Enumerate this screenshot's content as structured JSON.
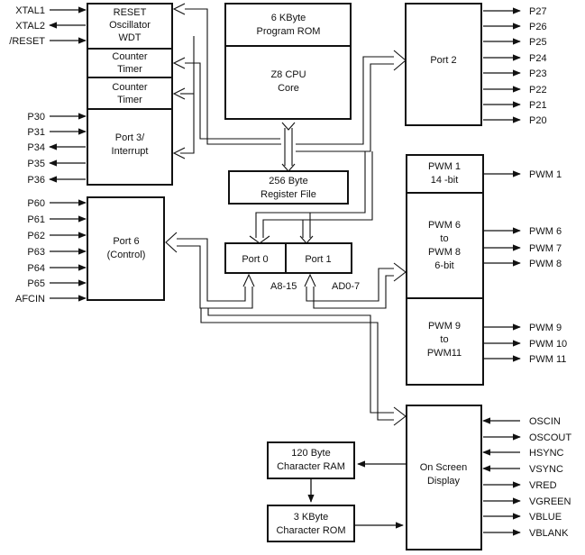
{
  "blocks": {
    "reset": [
      "RESET",
      "Oscillator",
      "WDT"
    ],
    "counter_timer_1": [
      "Counter",
      "Timer"
    ],
    "counter_timer_2": [
      "Counter",
      "Timer"
    ],
    "port3": [
      "Port 3/",
      "Interrupt"
    ],
    "rom": "6 KByte\nProgram ROM",
    "cpu": [
      "Z8 CPU",
      "Core"
    ],
    "register_file": [
      "256 Byte",
      "Register File"
    ],
    "port2": "Port 2",
    "port0": "Port  0",
    "port1": "Port 1",
    "port6": [
      "Port 6",
      "(Control)"
    ],
    "pwm1": [
      "PWM 1",
      "14 -bit"
    ],
    "pwm6": [
      "PWM 6",
      "to",
      "PWM 8",
      "6-bit"
    ],
    "pwm9": [
      "PWM 9",
      "to",
      "PWM11"
    ],
    "osd": [
      "On Screen",
      "Display"
    ],
    "char_ram": [
      "120 Byte",
      "Character RAM"
    ],
    "char_rom": [
      "3 KByte",
      "Character ROM"
    ]
  },
  "bus_labels": {
    "a": "A8-15",
    "ad": "AD0-7"
  },
  "pins": {
    "osc": [
      "XTAL1",
      "XTAL2",
      "/RESET"
    ],
    "port3": [
      "P30",
      "P31",
      "P34",
      "P35",
      "P36"
    ],
    "port6": [
      "P60",
      "P61",
      "P62",
      "P63",
      "P64",
      "P65",
      "AFCIN"
    ],
    "port2": [
      "P27",
      "P26",
      "P25",
      "P24",
      "P23",
      "P22",
      "P21",
      "P20"
    ],
    "pwm1": [
      "PWM 1"
    ],
    "pwm6": [
      "PWM 6",
      "PWM 7",
      "PWM 8"
    ],
    "pwm9": [
      "PWM 9",
      "PWM 10",
      "PWM 11"
    ],
    "osd": [
      "OSCIN",
      "OSCOUT",
      "HSYNC",
      "VSYNC",
      "VRED",
      "VGREEN",
      "VBLUE",
      "VBLANK"
    ]
  }
}
